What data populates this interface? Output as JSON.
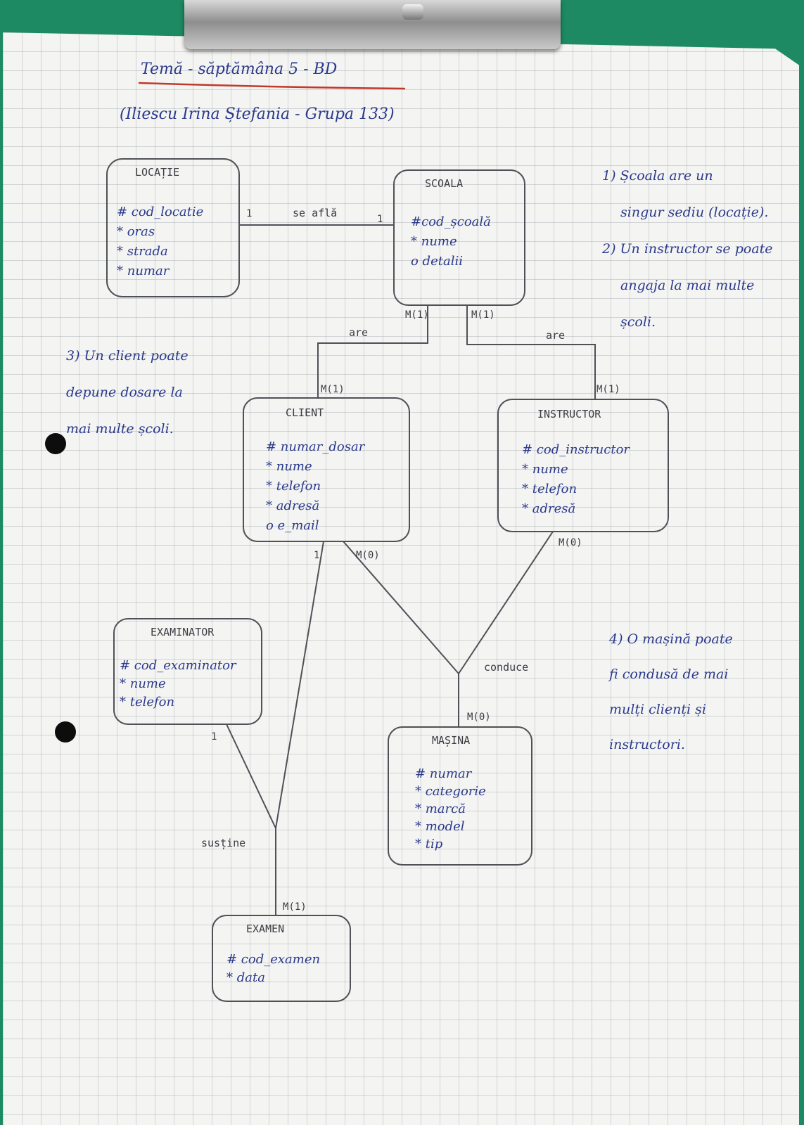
{
  "header": {
    "title": "Temă - săptămâna 5 - BD",
    "subtitle": "(Iliescu Irina Ștefania - Grupa 133)"
  },
  "entities": {
    "locatie": {
      "name": "LOCAȚIE",
      "attrs": [
        "# cod_locatie",
        "* oras",
        "* strada",
        "* numar"
      ]
    },
    "scoala": {
      "name": "SCOALA",
      "attrs": [
        "#cod_școală",
        "* nume",
        "o detalii"
      ]
    },
    "client": {
      "name": "CLIENT",
      "attrs": [
        "# numar_dosar",
        "* nume",
        "* telefon",
        "* adresă",
        "o e_mail"
      ]
    },
    "instructor": {
      "name": "INSTRUCTOR",
      "attrs": [
        "# cod_instructor",
        "* nume",
        "* telefon",
        "* adresă"
      ]
    },
    "examinator": {
      "name": "EXAMINATOR",
      "attrs": [
        "# cod_examinator",
        "* nume",
        "* telefon"
      ]
    },
    "masina": {
      "name": "MAȘINA",
      "attrs": [
        "# numar",
        "* categorie",
        "* marcă",
        "* model",
        "* tip"
      ]
    },
    "examen": {
      "name": "EXAMEN",
      "attrs": [
        "# cod_examen",
        "* data"
      ]
    }
  },
  "relationships": {
    "se_afla": "se află",
    "are_left": "are",
    "are_right": "are",
    "conduce": "conduce",
    "sustine": "susține"
  },
  "cardinalities": {
    "loc_1": "1",
    "scoala_1": "1",
    "scoala_m_left": "M(1)",
    "scoala_m_right": "M(1)",
    "client_m": "M(1)",
    "instructor_m": "M(1)",
    "client_1": "1",
    "client_m0": "M(0)",
    "instructor_m0": "M(0)",
    "masina_m0": "M(0)",
    "examinator_1": "1",
    "examen_m": "M(1)"
  },
  "notes": {
    "n1": [
      "1) Școala are un",
      "singur sediu (locație).",
      "2) Un instructor se poate",
      "angaja la mai multe",
      "școli."
    ],
    "n3": [
      "3) Un client poate",
      "depune dosare la",
      "mai multe școli."
    ],
    "n4": [
      "4) O mașină poate",
      "fi condusă de mai",
      "mulți clienți și",
      "instructori."
    ]
  },
  "colors": {
    "ink_blue": "#2b3a8c",
    "pencil": "#3c3c44",
    "board_green": "#1d8a64"
  }
}
